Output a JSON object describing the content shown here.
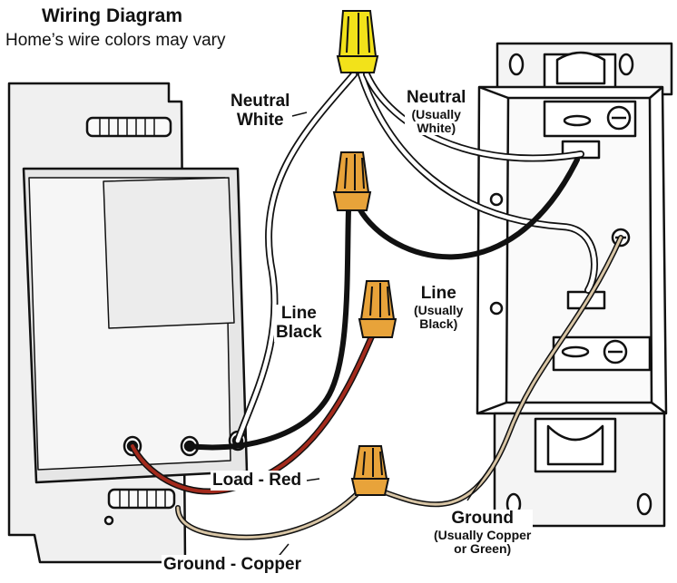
{
  "title": "Wiring Diagram",
  "subtitle": "Home’s wire colors may vary",
  "labels": {
    "neutral_white_line1": "Neutral",
    "neutral_white_line2": "White",
    "neutral_box_line1": "Neutral",
    "neutral_box_line2": "(Usually",
    "neutral_box_line3": "White)",
    "line_black_line1": "Line",
    "line_black_line2": "Black",
    "line_box_line1": "Line",
    "line_box_line2": "(Usually",
    "line_box_line3": "Black)",
    "load_red": "Load - Red",
    "ground_box_line1": "Ground",
    "ground_box_line2": "(Usually Copper",
    "ground_box_line3": "or Green)",
    "ground_copper": "Ground - Copper"
  },
  "colors": {
    "neutral_wire": "#ffffff",
    "line_wire": "#111111",
    "load_wire": "#a32a1c",
    "ground_wire": "#d9c6a6",
    "wirenut_yellow": "#f2e21a",
    "wirenut_orange": "#e8a33a",
    "outline": "#111111",
    "switch_face": "#ececec"
  },
  "icons": {
    "wire_nut_neutral": "yellow-wire-nut-icon",
    "wire_nut_line": "orange-wire-nut-icon",
    "wire_nut_load": "orange-wire-nut-icon",
    "wire_nut_ground": "orange-wire-nut-icon"
  }
}
